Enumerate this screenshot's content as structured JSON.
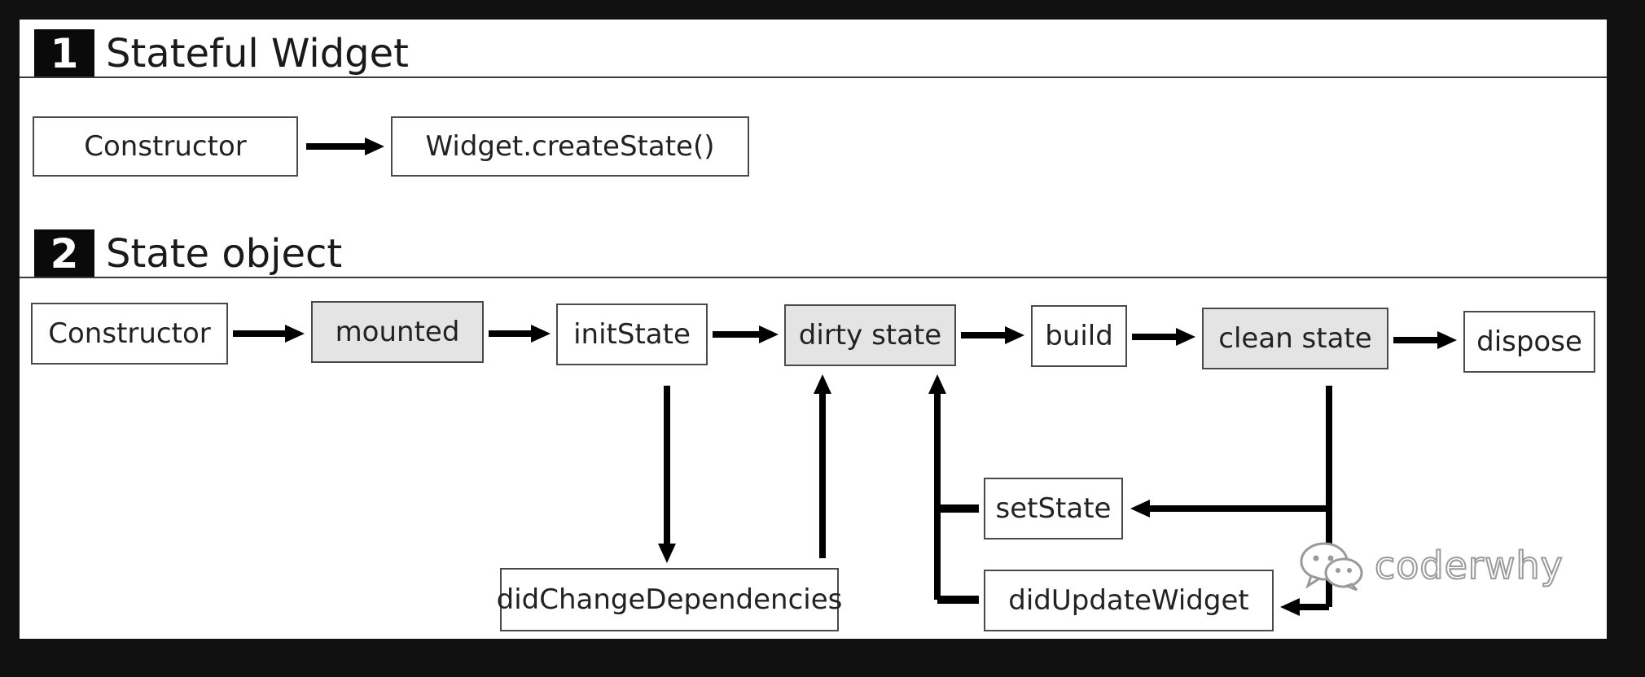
{
  "sections": [
    {
      "number": "1",
      "title": "Stateful Widget"
    },
    {
      "number": "2",
      "title": "State object"
    }
  ],
  "section1": {
    "nodes": {
      "constructor": "Constructor",
      "create_state": "Widget.createState()"
    }
  },
  "section2": {
    "nodes": {
      "constructor": "Constructor",
      "mounted": "mounted",
      "init_state": "initState",
      "dirty_state": "dirty state",
      "build": "build",
      "clean_state": "clean state",
      "dispose": "dispose",
      "set_state": "setState",
      "did_update_widget": "didUpdateWidget",
      "did_change_dependencies": "didChangeDependencies"
    }
  },
  "watermark": {
    "text": "coderwhy"
  },
  "colors": {
    "background": "#111111",
    "panel": "#ffffff",
    "shaded_node": "#e4e4e4",
    "arrow": "#000000"
  }
}
